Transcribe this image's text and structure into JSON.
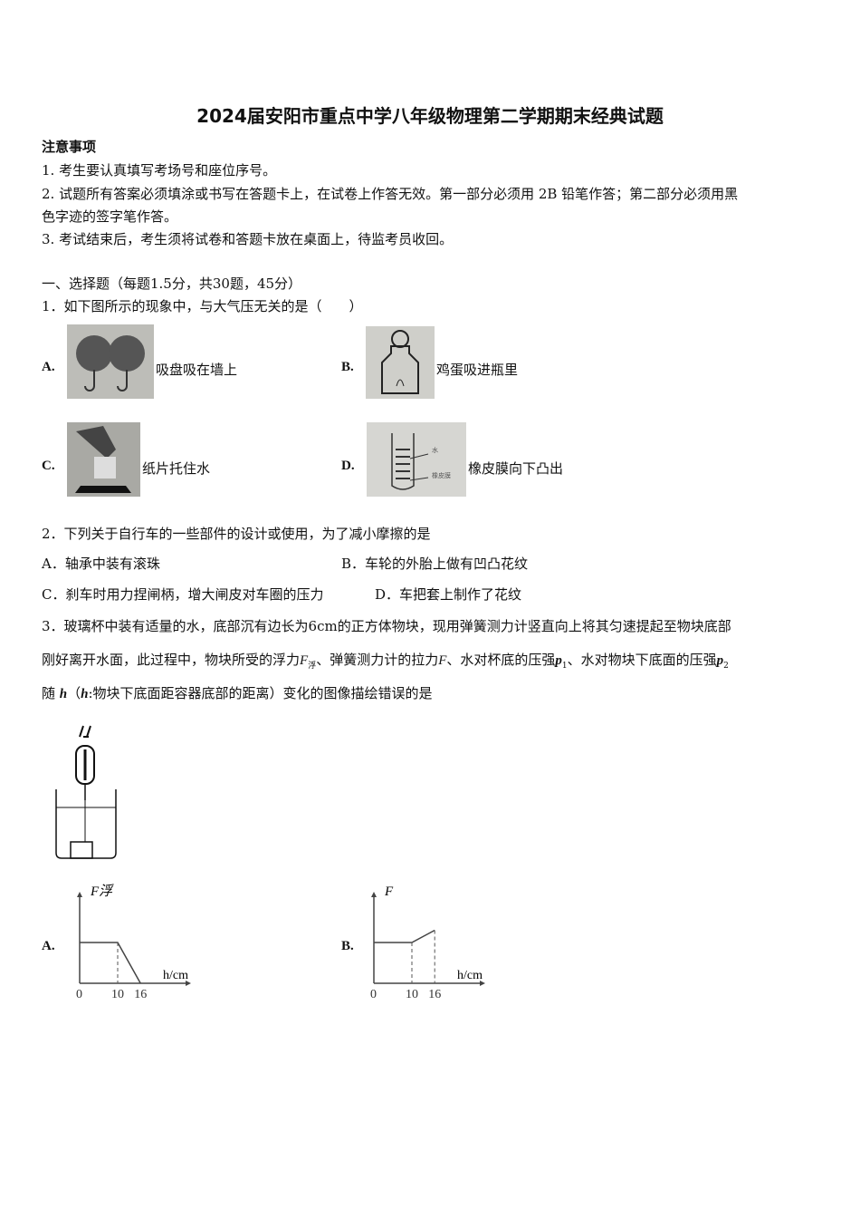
{
  "title": "2024届安阳市重点中学八年级物理第二学期期末经典试题",
  "notes": {
    "heading": "注意事项",
    "items": [
      "1. 考生要认真填写考场号和座位序号。",
      "2. 试题所有答案必须填涂或书写在答题卡上，在试卷上作答无效。第一部分必须用 2B 铅笔作答；第二部分必须用黑",
      "色字迹的签字笔作答。",
      "3. 考试结束后，考生须将试卷和答题卡放在桌面上，待监考员收回。"
    ]
  },
  "section": "一、选择题（每题1.5分，共30题，45分）",
  "q1": {
    "stem": "1．如下图所示的现象中，与大气压无关的是（　　）",
    "options": [
      {
        "letter": "A.",
        "text": "吸盘吸在墙上"
      },
      {
        "letter": "B.",
        "text": "鸡蛋吸进瓶里"
      },
      {
        "letter": "C.",
        "text": "纸片托住水"
      },
      {
        "letter": "D.",
        "text": "橡皮膜向下凸出"
      }
    ],
    "d_labels": [
      "水",
      "橡皮膜"
    ]
  },
  "q2": {
    "stem": "2．下列关于自行车的一些部件的设计或使用，为了减小摩擦的是",
    "options": [
      "A．轴承中装有滚珠",
      "B．车轮的外胎上做有凹凸花纹",
      "C．刹车时用力捏闸柄，增大闸皮对车圈的压力",
      "D．车把套上制作了花纹"
    ]
  },
  "q3": {
    "line1": "3．玻璃杯中装有适量的水，底部沉有边长为6cm的正方体物块，现用弹簧测力计竖直向上将其匀速提起至物块底部",
    "line2a": "刚好离开水面，此过程中，物块所受的浮力",
    "F": "F",
    "fu": "浮",
    "line2b": "、弹簧测力计的拉力",
    "line2c": "、水对杯底的压强",
    "p": "p",
    "sub1": "1",
    "line2d": "、水对物块下底面的压强",
    "sub2": "2",
    "line3a": "随",
    "h": "h",
    "line3b": "（",
    "line3c": ":物块下底面距容器底部的距离）变化的图像描绘错误的是",
    "option_a": "A.",
    "option_b": "B."
  },
  "chart_data": [
    {
      "type": "line",
      "ylabel": "F浮",
      "xlabel": "h/cm",
      "x_ticks": [
        "0",
        "10",
        "16"
      ],
      "x": [
        0,
        10,
        16
      ],
      "y": [
        1,
        1,
        0
      ]
    },
    {
      "type": "line",
      "ylabel": "F",
      "xlabel": "h/cm",
      "x_ticks": [
        "0",
        "10",
        "16"
      ],
      "x": [
        0,
        10,
        16
      ],
      "y": [
        1,
        1,
        1.3
      ]
    }
  ]
}
